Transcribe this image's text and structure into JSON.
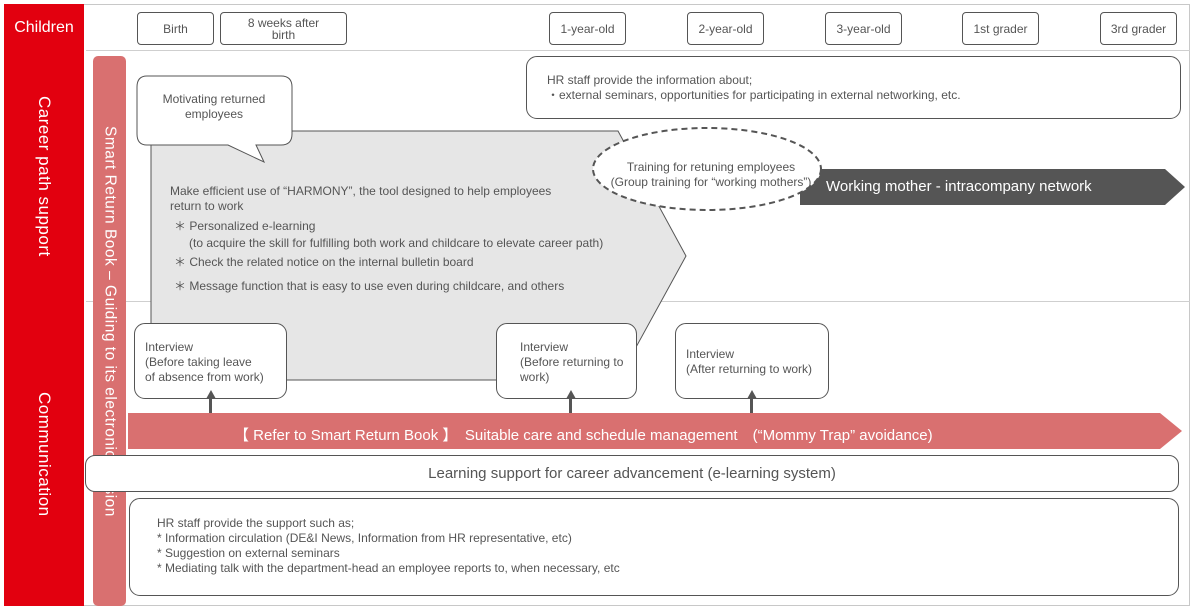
{
  "rows": {
    "children": "Children",
    "career": "Career path support",
    "communication": "Communication"
  },
  "timeline": [
    "Birth",
    "8 weeks after birth",
    "1-year-old",
    "2-year-old",
    "3-year-old",
    "1st grader",
    "3rd grader"
  ],
  "smart_return_book": "Smart Return Book – Guiding to its electronic version",
  "hr_info": {
    "line1": "HR staff provide the information about;",
    "line2": "・external seminars, opportunities for participating in external networking, etc."
  },
  "motivating": "Motivating returned employees",
  "harmony": {
    "intro": "Make efficient use of “HARMONY”, the tool designed to help employees return to work",
    "item1": "＊ Personalized e-learning",
    "item1_sub": "(to acquire the skill for fulfilling both work and childcare to elevate career path)",
    "item2": "＊ Check the related notice on the internal bulletin board",
    "item3": "＊ Message function that is easy to use even during childcare, and others"
  },
  "training": {
    "line1": "Training for retuning employees",
    "line2": "(Group training for “working mothers”)"
  },
  "network": "Working mother - intracompany network",
  "interviews": {
    "before_leave": "Interview\n(Before taking leave\nof absence from work)",
    "before_return": "Interview\n(Before returning to\nwork)",
    "after_return": "Interview\n(After returning to work)"
  },
  "refer_arrow": "【 Refer to Smart Return Book 】　Suitable care and schedule management　(“Mommy Trap” avoidance)",
  "learning_support": "Learning support for career advancement (e-learning system)",
  "hr_support": {
    "line1": "HR staff provide the support such as;",
    "line2": "* Information circulation (DE&I News, Information from HR representative, etc)",
    "line3": "* Suggestion on external seminars",
    "line4": "* Mediating talk with the department-head an employee reports to, when necessary, etc"
  },
  "colors": {
    "label_red": "#e2000f",
    "pink": "#d97070",
    "network_gray": "#555555",
    "pentagon_gray": "#e6e6e6"
  }
}
